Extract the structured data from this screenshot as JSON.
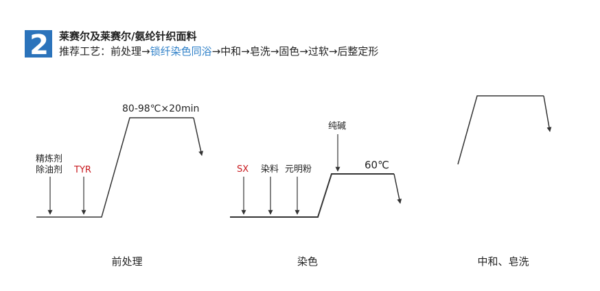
{
  "header": {
    "badge_number": "2",
    "title": "莱赛尔及莱赛尔/氨纶针织面料",
    "process_prefix": "推荐工艺：前处理→",
    "process_highlight": "锁纤染色同浴",
    "process_suffix": "→中和→皂洗→固色→过软→后整定形"
  },
  "colors": {
    "badge": "#2b73bb",
    "highlight": "#2f80c8",
    "red_label": "#c8191e",
    "line": "#333333"
  },
  "diagrams": {
    "pretreatment": {
      "caption": "前处理",
      "condition": "80-98℃×20min",
      "label_line1": "精炼剂",
      "label_line2": "除油剂",
      "label_red": "TYR"
    },
    "dyeing": {
      "caption": "染色",
      "label_red": "SX",
      "label_dye": "染料",
      "label_salt": "元明粉",
      "label_alkali": "纯碱",
      "temperature": "60℃"
    },
    "neutralize": {
      "caption": "中和、皂洗"
    }
  }
}
